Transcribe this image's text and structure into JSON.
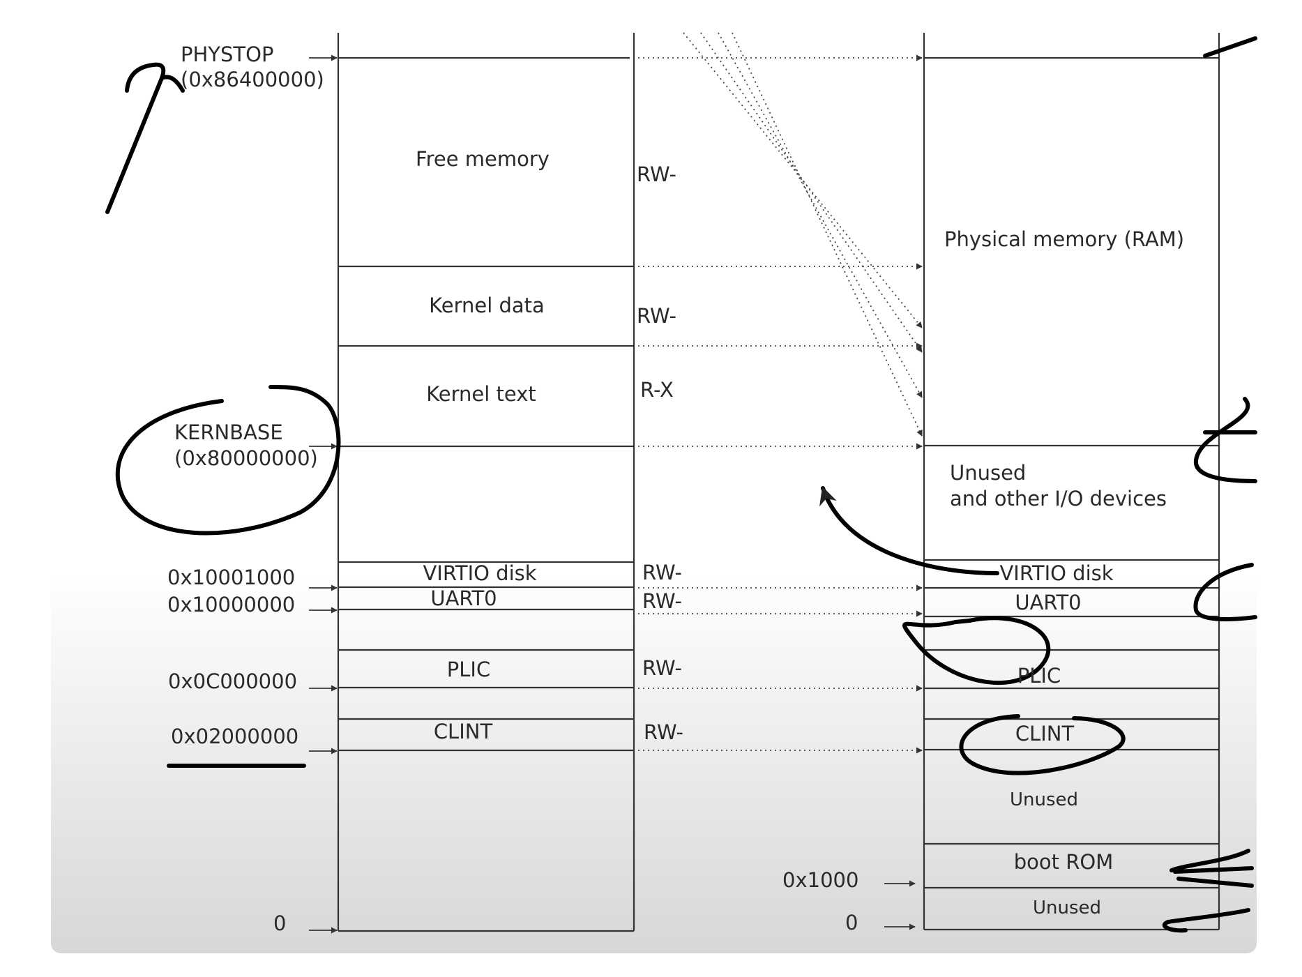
{
  "virtual_addresses": {
    "phystop": "PHYSTOP",
    "phystop_value": "(0x86400000)",
    "kernbase": "KERNBASE",
    "kernbase_value": "(0x80000000)",
    "virtio": "0x10001000",
    "uart": "0x10000000",
    "plic": "0x0C000000",
    "clint": "0x02000000",
    "zero": "0"
  },
  "virtual_regions": {
    "free_memory": "Free memory",
    "kernel_data": "Kernel data",
    "kernel_text": "Kernel text",
    "virtio_disk": "VIRTIO disk",
    "uart0": "UART0",
    "plic": "PLIC",
    "clint": "CLINT"
  },
  "permissions": {
    "free_memory": "RW-",
    "kernel_data": "RW-",
    "kernel_text": "R-X",
    "virtio_disk": "RW-",
    "uart0": "RW-",
    "plic": "RW-",
    "clint": "RW-"
  },
  "physical_regions": {
    "ram": "Physical memory (RAM)",
    "unused_io_line1": "Unused",
    "unused_io_line2": "and other I/O devices",
    "virtio_disk": "VIRTIO disk",
    "uart0": "UART0",
    "plic": "PLIC",
    "clint": "CLINT",
    "unused_mid": "Unused",
    "boot_rom": "boot ROM",
    "unused_low": "Unused"
  },
  "physical_addresses": {
    "boot_rom": "0x1000",
    "zero": "0"
  },
  "colors": {
    "line": "#333333",
    "ink": "#000000",
    "text": "#2a2a2a"
  }
}
